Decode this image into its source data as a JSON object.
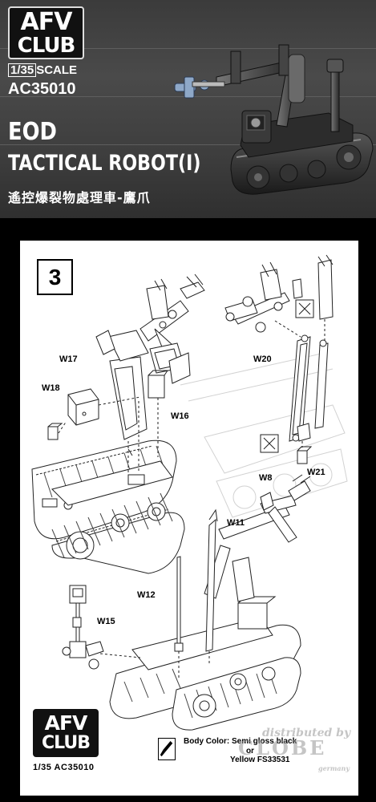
{
  "brand": {
    "logo_line1": "AFV",
    "logo_line2": "CLUB",
    "scale_box": "1/35",
    "scale_word": "SCALE",
    "product_code": "AC35010"
  },
  "product": {
    "title_line1": "EOD",
    "title_line2": "TACTICAL ROBOT(Ⅰ)",
    "title_chinese": "遙控爆裂物處理車-鷹爪"
  },
  "instructions": {
    "step_number": "3",
    "parts": {
      "w17": "W17",
      "w18": "W18",
      "w16": "W16",
      "w20": "W20",
      "w8": "W8",
      "w21": "W21",
      "w11": "W11",
      "w12": "W12",
      "w15": "W15"
    },
    "footer_scale": "1/35 AC35010",
    "body_color_line1": "Body Color: Semi gloss black",
    "body_color_or": "or",
    "body_color_line2": "Yellow FS33531"
  },
  "watermark": {
    "line1": "distributed by",
    "line2": "CLOBE",
    "line3": "germany"
  },
  "colors": {
    "header_bg": "#444444",
    "page_bg": "#000000",
    "panel_bg": "#ffffff",
    "line_art": "#222222"
  }
}
